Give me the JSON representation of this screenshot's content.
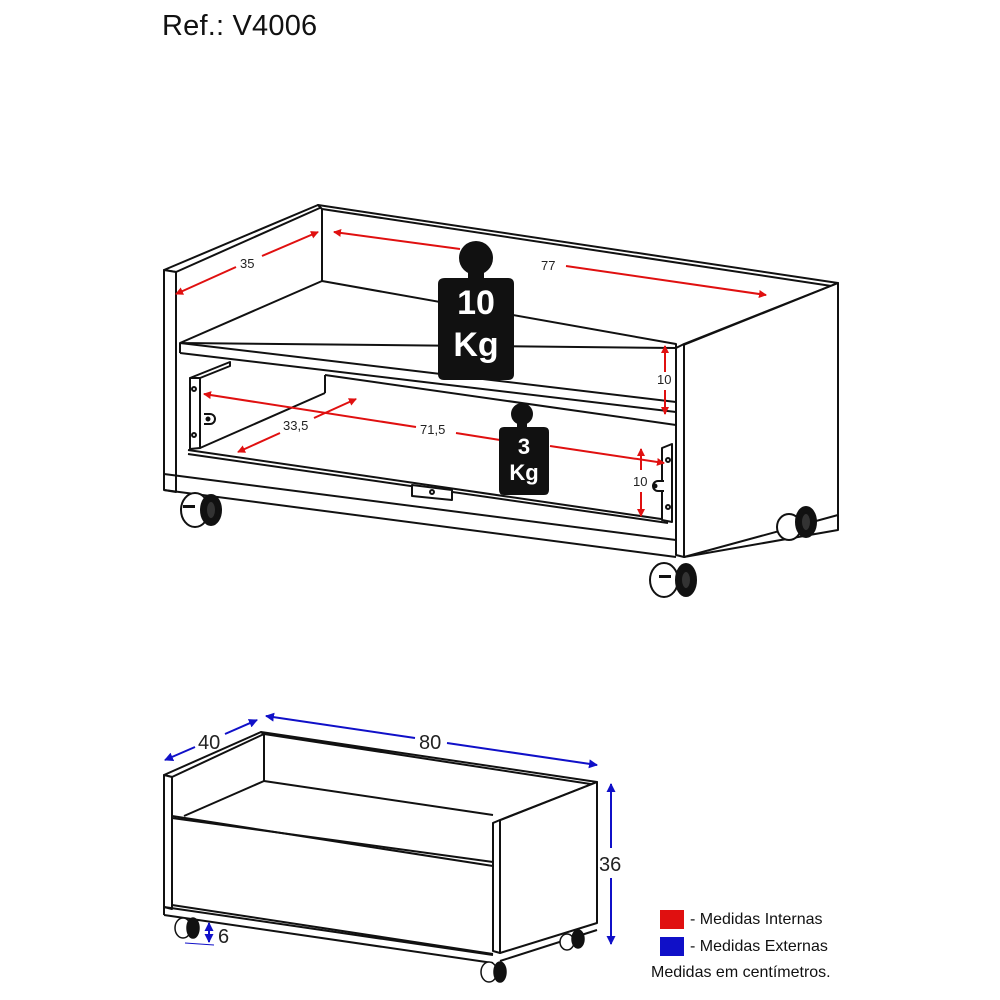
{
  "header": {
    "title": "Ref.: V4006"
  },
  "colors": {
    "internal": "#e01010",
    "external": "#1010c8",
    "line": "#111111"
  },
  "top_view": {
    "internal_dims": {
      "depth_top": "35",
      "width_top": "77",
      "height_shelf": "10",
      "depth_drawer": "33,5",
      "width_drawer": "71,5",
      "height_drawer": "10"
    },
    "weights": {
      "shelf": {
        "value": "10",
        "unit": "Kg"
      },
      "drawer": {
        "value": "3",
        "unit": "Kg"
      }
    }
  },
  "bottom_view": {
    "external_dims": {
      "depth": "40",
      "width": "80",
      "height": "36",
      "caster": "6"
    }
  },
  "legend": {
    "items": [
      {
        "label": "- Medidas Internas",
        "color": "#e01010"
      },
      {
        "label": "- Medidas Externas",
        "color": "#1010c8"
      }
    ],
    "note": "Medidas em centímetros."
  }
}
